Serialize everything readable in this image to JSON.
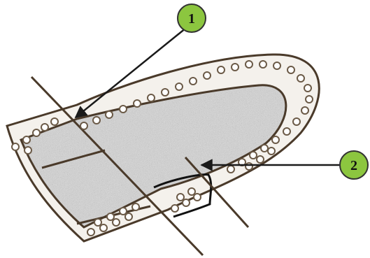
{
  "diagram": {
    "callouts": [
      {
        "id": "callout-1",
        "label": "1"
      },
      {
        "id": "callout-2",
        "label": "2"
      }
    ],
    "colors": {
      "outline": "#4a3a2a",
      "core_fill": "#d8d8d8",
      "band_fill": "#f1ede6",
      "bead_stroke": "#6b5a47",
      "callout_fill": "#8cc63f",
      "callout_stroke": "#333333",
      "arrow": "#1a1a1a"
    }
  }
}
